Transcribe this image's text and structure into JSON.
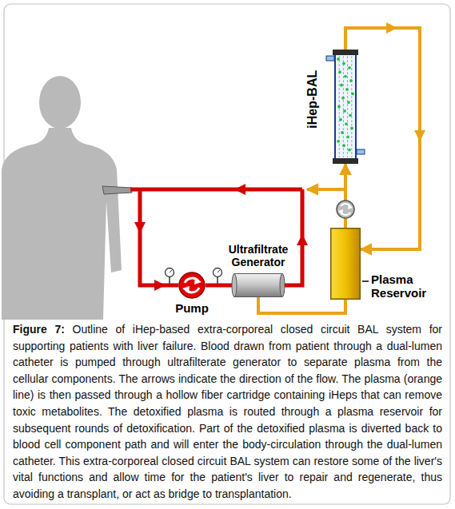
{
  "diagram": {
    "caption": "Figure 7: Outline of iHep-based extra-corporeal closed circuit BAL system for supporting patients with liver failure. Blood drawn from patient through a dual-lumen catheter is pumped through ultrafilterate generator to separate plasma from the cellular components. The arrows indicate the direction of the flow. The plasma (orange line) is then passed through a hollow fiber cartridge containing iHeps that can remove toxic metabolites. The detoxified plasma is routed through a plasma reservoir for subsequent rounds of detoxification. Part of the detoxified plasma is diverted back to blood cell component path and will enter the body-circulation through the dual-lumen catheter. This extra-corporeal closed circuit BAL system can restore some of the liver's vital functions and allow time for the patient's liver to repair and regenerate, thus avoiding a transplant, or act as bridge to transplantation.",
    "nodes": [
      {
        "text": [
          "iHep-BAL"
        ]
      },
      {
        "text": [
          "Ultrafiltrate Generator"
        ]
      },
      {
        "text": [
          "Pump"
        ]
      },
      {
        "text": [
          "Plasma Reservoir"
        ]
      }
    ],
    "edges": [
      {
        "from": 2,
        "to": 1,
        "arrow": "none"
      },
      {
        "from": 1,
        "to": 3,
        "arrow": "none"
      },
      {
        "from": 3,
        "to": 0,
        "arrow": "to"
      },
      {
        "from": 0,
        "to": 3,
        "arrow": "to"
      }
    ]
  }
}
